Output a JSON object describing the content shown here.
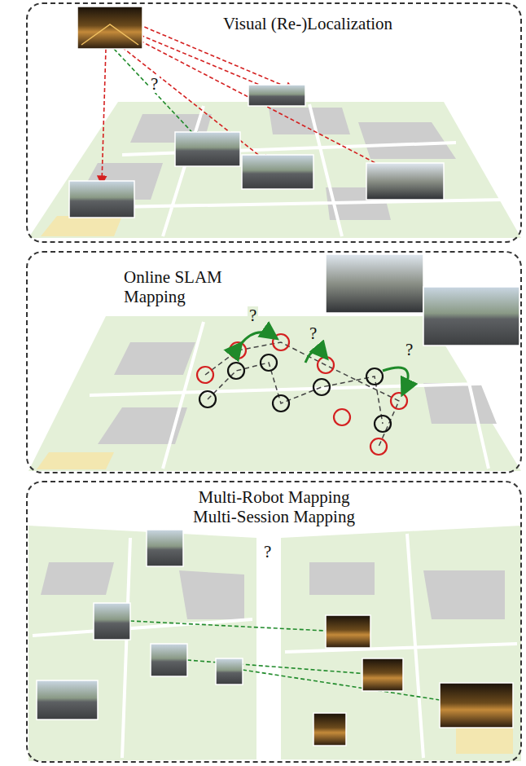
{
  "diagram": {
    "nodes": [
      {
        "text": [
          "Visual (Re-)Localization"
        ]
      },
      {
        "text": [
          "Online SLAM Mapping"
        ]
      },
      {
        "text": [
          "Multi-Robot Mapping",
          "Multi-Session Mapping"
        ]
      }
    ],
    "labels": [
      "?",
      "?",
      "?",
      "?",
      "?"
    ]
  }
}
